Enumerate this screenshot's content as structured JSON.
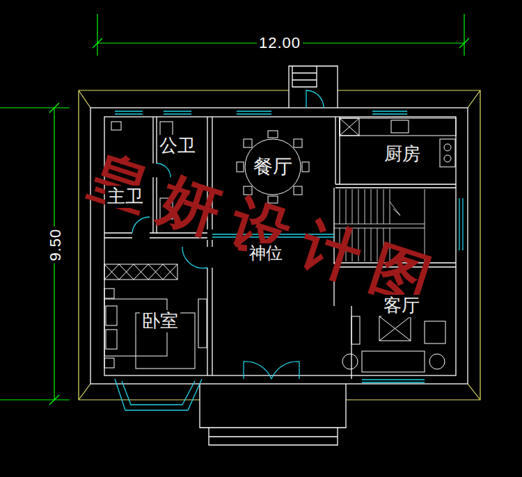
{
  "diagram": {
    "nodes": [
      {
        "text": [
          "公卫"
        ]
      },
      {
        "text": [
          "厨房"
        ]
      },
      {
        "text": [
          "餐厅"
        ]
      },
      {
        "text": [
          "主卫"
        ]
      },
      {
        "text": [
          "神位"
        ]
      },
      {
        "text": [
          "客厅"
        ]
      },
      {
        "text": [
          "卧室"
        ]
      }
    ],
    "labels": [
      "12.00",
      "9.50",
      "皇妍设计图"
    ]
  }
}
